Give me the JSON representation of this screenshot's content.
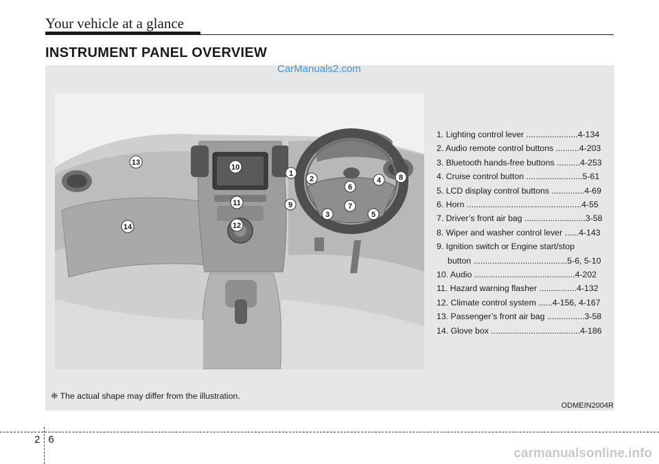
{
  "header": {
    "title": "Your vehicle at a glance"
  },
  "section": {
    "title": "INSTRUMENT PANEL OVERVIEW"
  },
  "watermark_top": "CarManuals2.com",
  "figure": {
    "callouts": [
      "1",
      "2",
      "3",
      "4",
      "5",
      "6",
      "7",
      "8",
      "9",
      "10",
      "11",
      "12",
      "13",
      "14"
    ],
    "legend": [
      "1. Lighting control lever ......................4-134",
      "2. Audio remote control buttons ..........4-203",
      "3. Bluetooth hands-free buttons ..........4-253",
      "4. Cruise control button ........................5-61",
      "5. LCD display control buttons ..............4-69",
      "6. Horn .................................................4-55",
      "7. Driver’s front air bag ..........................3-58",
      "8. Wiper and washer control lever ......4-143",
      "9. Ignition switch or Engine start/stop",
      "button ........................................5-6, 5-10",
      "10. Audio ...........................................4-202",
      "11. Hazard warning flasher ................4-132",
      "12. Climate control system ......4-156, 4-167",
      "13. Passenger’s front air bag ................3-58",
      "14. Glove box ......................................4-186"
    ],
    "note": "❈ The actual shape may differ from the illustration.",
    "code": "ODMEIN2004R"
  },
  "footer": {
    "page_number": "26",
    "watermark": "carmanualsonline.info"
  }
}
